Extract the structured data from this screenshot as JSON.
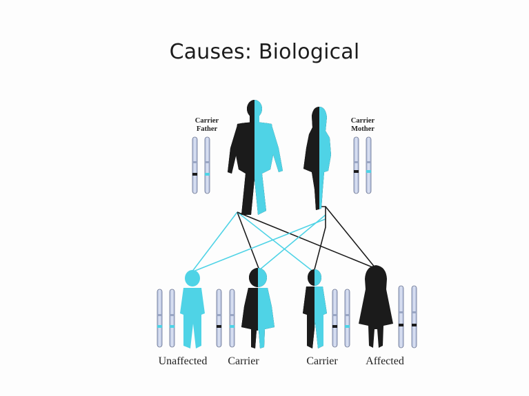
{
  "slide": {
    "title": "Causes: Biological"
  },
  "parents": {
    "father_label_line1": "Carrier",
    "father_label_line2": "Father",
    "mother_label_line1": "Carrier",
    "mother_label_line2": "Mother"
  },
  "children": [
    {
      "label": "Unaffected"
    },
    {
      "label": "Carrier"
    },
    {
      "label": "Carrier"
    },
    {
      "label": "Affected"
    }
  ],
  "colors": {
    "dominant": "#1b1b1b",
    "recessive": "#4fd3e6",
    "chromosome": "#c9d3ea",
    "chromosome_outline": "#6a7390"
  }
}
